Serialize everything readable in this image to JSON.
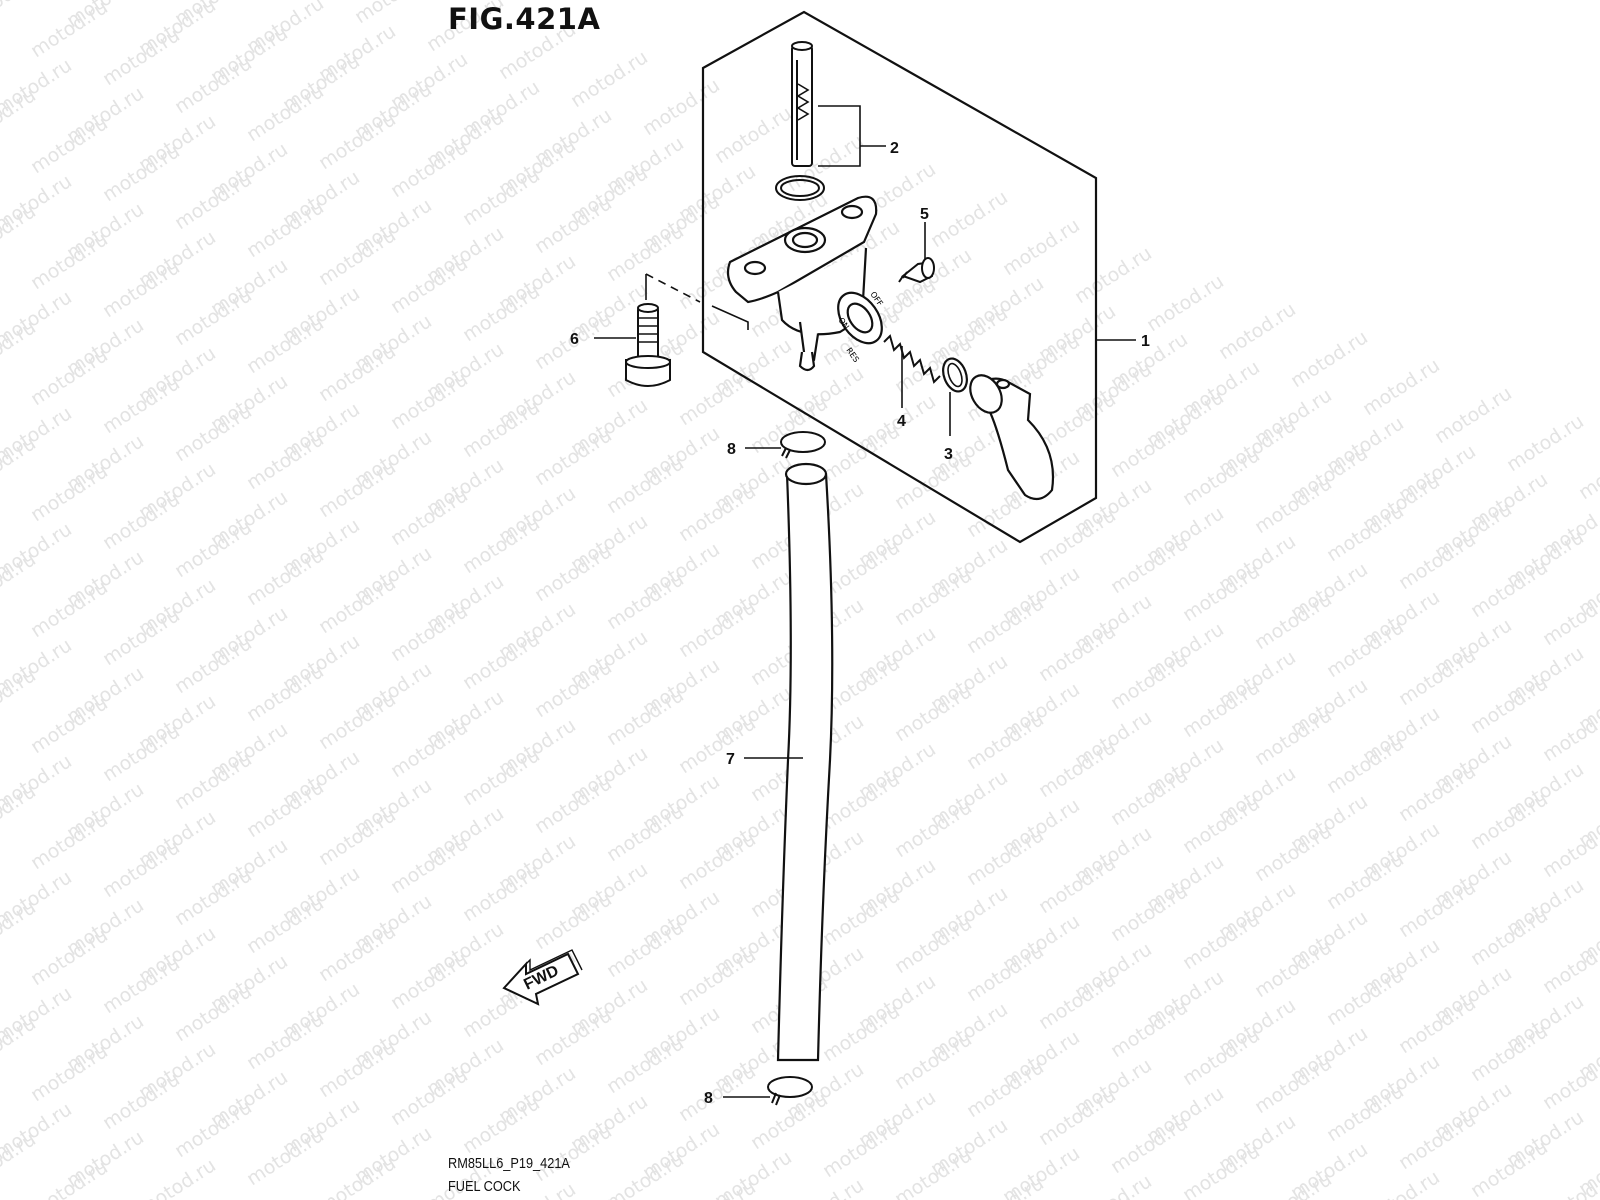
{
  "figure": {
    "title": "FIG.421A",
    "code": "RM85LL6_P19_421A",
    "caption": "FUEL COCK"
  },
  "watermark": {
    "text": "motod.ru",
    "color": "#e3e3e3"
  },
  "callouts": [
    "1",
    "2",
    "3",
    "4",
    "5",
    "6",
    "7",
    "8",
    "8"
  ],
  "part_markings": {
    "fwd_arrow": "FWD",
    "lever_on": "ON",
    "lever_off": "OFF",
    "lever_res": "RES"
  },
  "colors": {
    "line": "#111111",
    "background": "#ffffff"
  }
}
